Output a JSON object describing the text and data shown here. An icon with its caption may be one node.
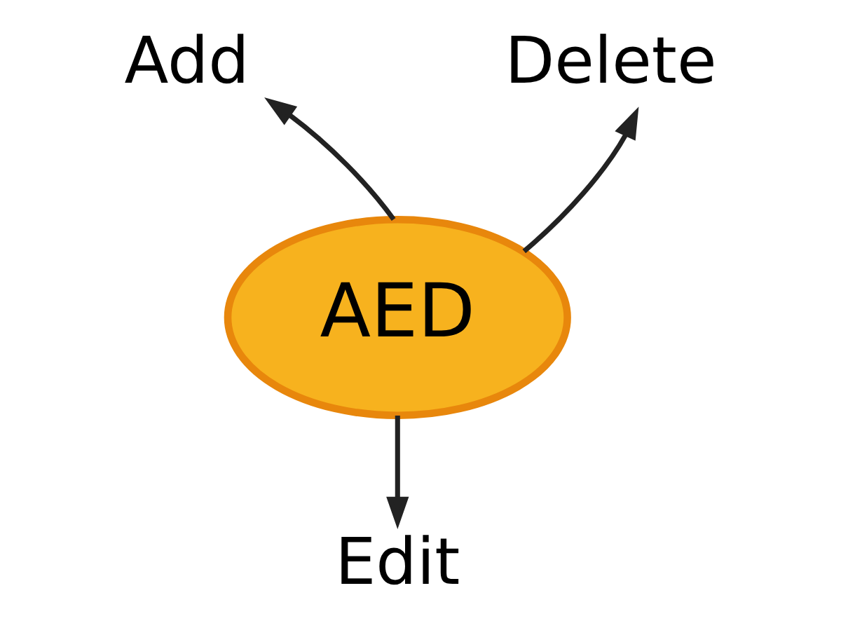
{
  "diagram": {
    "nodes": [
      {
        "text": [
          "AED"
        ]
      },
      {
        "text": [
          "Add"
        ]
      },
      {
        "text": [
          "Delete"
        ]
      },
      {
        "text": [
          "Edit"
        ]
      }
    ],
    "edges": [
      {
        "from": 0,
        "to": 1,
        "arrow": "to"
      },
      {
        "from": 0,
        "to": 2,
        "arrow": "to"
      },
      {
        "from": 0,
        "to": 3,
        "arrow": "to"
      }
    ]
  }
}
